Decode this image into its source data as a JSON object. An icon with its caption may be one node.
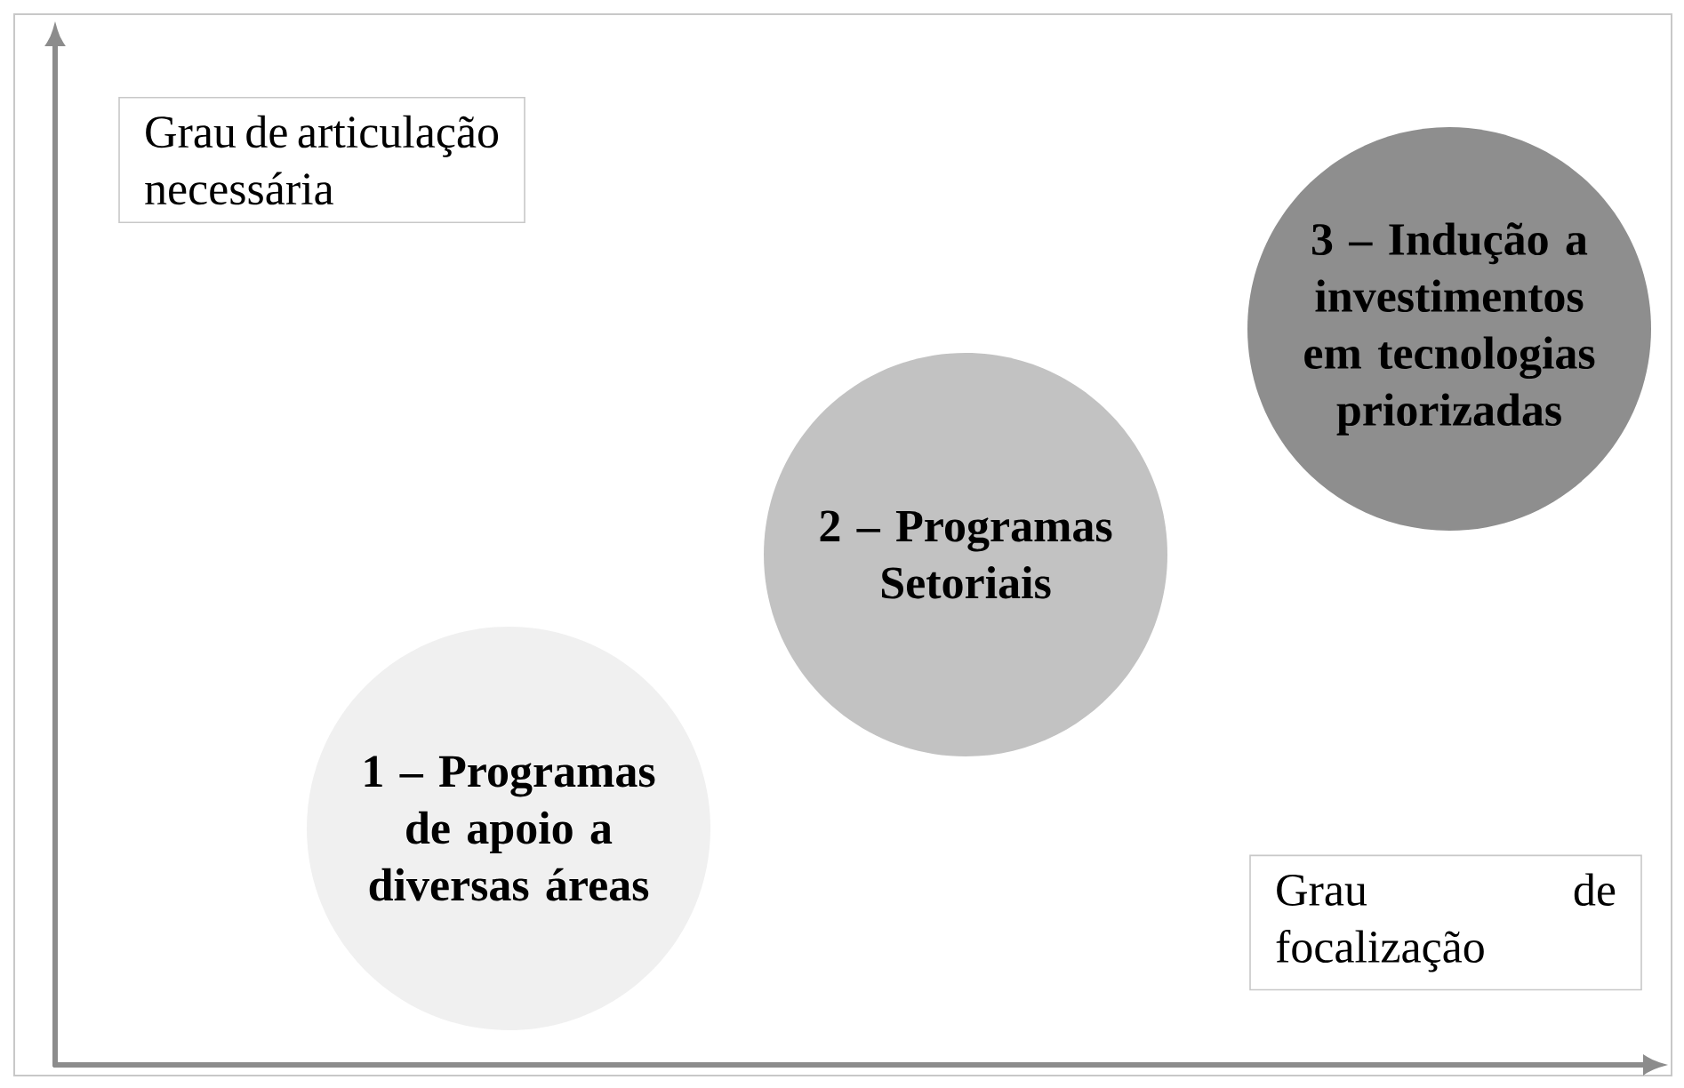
{
  "diagram": {
    "nodes": [
      {
        "text": [
          "Grau de articulação necessária"
        ]
      },
      {
        "text": [
          "1 – Programas de apoio a diversas áreas"
        ]
      },
      {
        "text": [
          "2 – Programas Setoriais"
        ]
      },
      {
        "text": [
          "3 – Indução a investimentos em tecnologias priorizadas"
        ]
      },
      {
        "text": [
          "Grau de focalização"
        ]
      }
    ]
  }
}
